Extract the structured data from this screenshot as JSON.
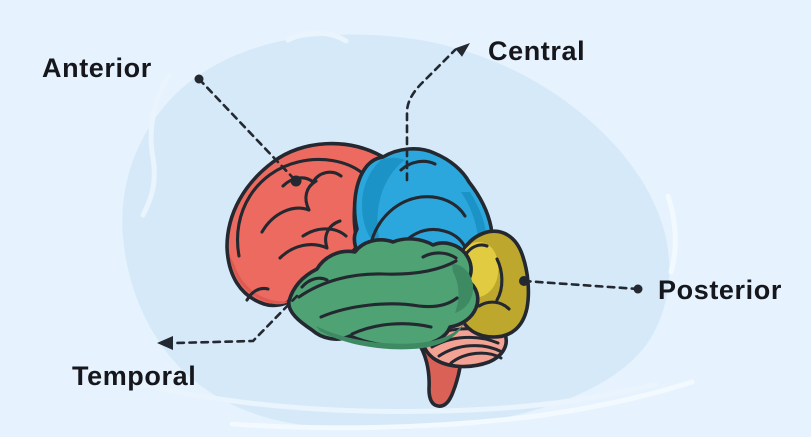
{
  "scene": {
    "background": "#E6F2FD",
    "blob": "#D6E9F9",
    "wave_on_blob": "#E9F4FD",
    "wave_on_bg": "#F2F9FF",
    "ink": "#242830",
    "text_color": "#15171C"
  },
  "labels": {
    "anterior": "Anterior",
    "central": "Central",
    "posterior": "Posterior",
    "temporal": "Temporal"
  },
  "brain": {
    "regions": [
      {
        "id": "frontal-lobe",
        "pointer_label": "Anterior",
        "fill": "#EC6A5F",
        "shade": "#DC5A51"
      },
      {
        "id": "parietal-lobe",
        "pointer_label": "Central",
        "fill": "#2BA7DD",
        "shade": "#1C93C6",
        "deep": "#1580AC"
      },
      {
        "id": "occipital-lobe",
        "pointer_label": "Posterior",
        "fill": "#BDA72C",
        "bright": "#E1CB40"
      },
      {
        "id": "temporal-lobe",
        "pointer_label": "Temporal",
        "fill": "#4FA273",
        "shade": "#3E8A62"
      },
      {
        "id": "cerebellum",
        "fill": "#F3A293"
      },
      {
        "id": "brainstem",
        "fill": "#D96155",
        "shade": "#C85448"
      }
    ]
  }
}
